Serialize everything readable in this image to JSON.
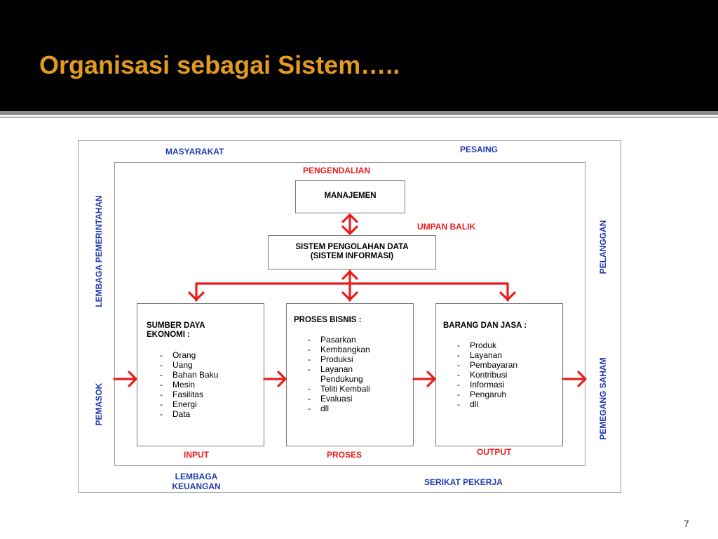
{
  "slide": {
    "title": "Organisasi sebagai Sistem…..",
    "page_number": "7"
  },
  "environment": {
    "masyarakat": "MASYARAKAT",
    "pesaing": "PESAING",
    "lembaga_pemerintahan": "LEMBAGA PEMERINTAHAN",
    "pelanggan": "PELANGGAN",
    "pemasok": "PEMASOK",
    "pemegang_saham": "PEMEGANG SAHAM",
    "lembaga_keuangan_line1": "LEMBAGA",
    "lembaga_keuangan_line2": "KEUANGAN",
    "serikat_pekerja": "SERIKAT PEKERJA"
  },
  "system": {
    "pengendalian": "PENGENDALIAN",
    "manajemen": "MANAJEMEN",
    "umpan_balik": "UMPAN BALIK",
    "sistem_pengolahan_line1": "SISTEM PENGOLAHAN DATA",
    "sistem_pengolahan_line2": "(SISTEM INFORMASI)",
    "input_label": "INPUT",
    "proses_label": "PROSES",
    "output_label": "OUTPUT"
  },
  "sumber_daya": {
    "title_line1": "SUMBER DAYA",
    "title_line2": "EKONOMI :",
    "items": [
      "Orang",
      "Uang",
      "Bahan Baku",
      "Mesin",
      "Fasilitas",
      "Energi",
      "Data"
    ]
  },
  "proses_bisnis": {
    "title": "PROSES BISNIS :",
    "items": [
      "Pasarkan",
      "Kembangkan",
      "Produksi",
      "Layanan",
      "Pendukung",
      "Teliti Kembali",
      "Evaluasi",
      "dll"
    ]
  },
  "barang_jasa": {
    "title": "BARANG DAN JASA :",
    "items": [
      "Produk",
      "Layanan",
      "Pembayaran",
      "Kontribusi",
      "Informasi",
      "Pengaruh",
      "dll"
    ]
  },
  "colors": {
    "title": "#e39a1e",
    "label_blue": "#1f3bb3",
    "label_red": "#e81e1e",
    "arrow": "#e81e1e"
  }
}
